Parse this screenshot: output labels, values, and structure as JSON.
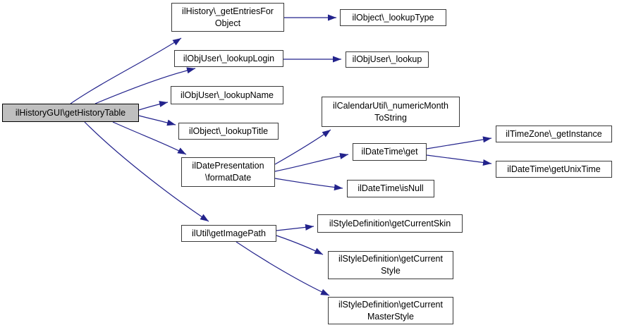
{
  "diagram": {
    "kind": "function-call-graph",
    "colors": {
      "canvas_bg": "#ffffff",
      "edge_color": "#23238c",
      "node_fill": "#ffffff",
      "node_border": "#3a3a3a",
      "node_text": "#000000",
      "main_fill": "#bfbfbf"
    },
    "nodes": {
      "main": {
        "label": "ilHistoryGUI\\getHistoryTable"
      },
      "get_entries": {
        "label": "ilHistory\\_getEntriesFor\nObject"
      },
      "lookup_type": {
        "label": "ilObject\\_lookupType"
      },
      "lookup_login": {
        "label": "ilObjUser\\_lookupLogin"
      },
      "lookup": {
        "label": "ilObjUser\\_lookup"
      },
      "lookup_name": {
        "label": "ilObjUser\\_lookupName"
      },
      "lookup_title": {
        "label": "ilObject\\_lookupTitle"
      },
      "format_date": {
        "label": "ilDatePresentation\n\\formatDate"
      },
      "numeric_month": {
        "label": "ilCalendarUtil\\_numericMonth\nToString"
      },
      "datetime_get": {
        "label": "ilDateTime\\get"
      },
      "is_null": {
        "label": "ilDateTime\\isNull"
      },
      "timezone": {
        "label": "ilTimeZone\\_getInstance"
      },
      "unix_time": {
        "label": "ilDateTime\\getUnixTime"
      },
      "image_path": {
        "label": "ilUtil\\getImagePath"
      },
      "current_skin": {
        "label": "ilStyleDefinition\\getCurrentSkin"
      },
      "current_style": {
        "label": "ilStyleDefinition\\getCurrent\nStyle"
      },
      "master_style": {
        "label": "ilStyleDefinition\\getCurrent\nMasterStyle"
      }
    },
    "edges": [
      {
        "from": "main",
        "to": "get_entries"
      },
      {
        "from": "main",
        "to": "lookup_login"
      },
      {
        "from": "main",
        "to": "lookup_name"
      },
      {
        "from": "main",
        "to": "lookup_title"
      },
      {
        "from": "main",
        "to": "format_date"
      },
      {
        "from": "main",
        "to": "image_path"
      },
      {
        "from": "get_entries",
        "to": "lookup_type"
      },
      {
        "from": "lookup_login",
        "to": "lookup"
      },
      {
        "from": "format_date",
        "to": "numeric_month"
      },
      {
        "from": "format_date",
        "to": "datetime_get"
      },
      {
        "from": "format_date",
        "to": "is_null"
      },
      {
        "from": "datetime_get",
        "to": "timezone"
      },
      {
        "from": "datetime_get",
        "to": "unix_time"
      },
      {
        "from": "image_path",
        "to": "current_skin"
      },
      {
        "from": "image_path",
        "to": "current_style"
      },
      {
        "from": "image_path",
        "to": "master_style"
      }
    ]
  }
}
